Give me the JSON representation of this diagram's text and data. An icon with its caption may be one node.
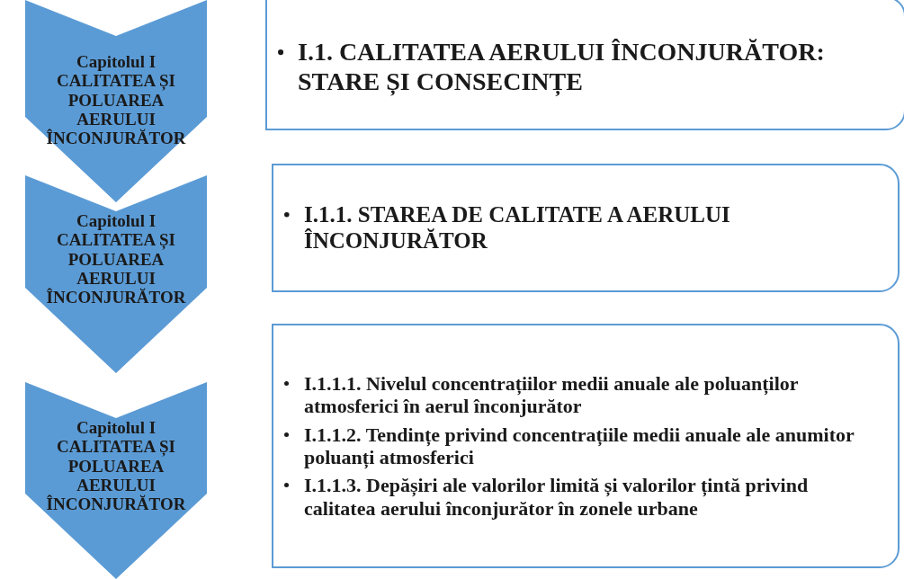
{
  "diagram": {
    "nodes": [
      {
        "text": [
          "Capitolul I CALITATEA ȘI POLUAREA AERULUI ÎNCONJURĂTOR"
        ]
      },
      {
        "text": [
          "I.1. CALITATEA AERULUI ÎNCONJURĂTOR: STARE ȘI CONSECINȚE"
        ]
      },
      {
        "text": [
          "Capitolul I CALITATEA ȘI POLUAREA AERULUI ÎNCONJURĂTOR"
        ]
      },
      {
        "text": [
          "I.1.1. STAREA DE CALITATE A AERULUI ÎNCONJURĂTOR"
        ]
      },
      {
        "text": [
          "Capitolul I CALITATEA ȘI POLUAREA AERULUI ÎNCONJURĂTOR"
        ]
      },
      {
        "text": [
          "I.1.1.1. Nivelul concentrațiilor medii anuale ale poluanților atmosferici în aerul înconjurător",
          "I.1.1.2.  Tendințe privind concentrațiile medii anuale ale anumitor poluanți atmosferici",
          "I.1.1.3.  Depășiri ale valorilor limită și valorilor țintă privind calitatea aerului înconjurător în zonele urbane"
        ]
      }
    ]
  }
}
